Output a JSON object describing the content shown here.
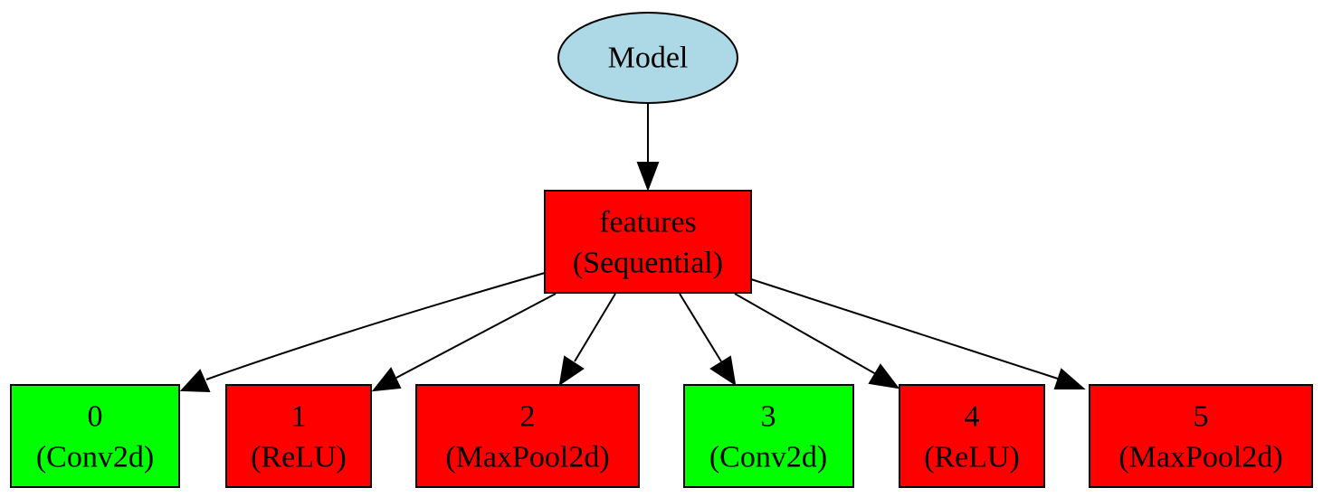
{
  "diagram": {
    "root": {
      "label": "Model",
      "fill": "#add8e6"
    },
    "container": {
      "name": "features",
      "type": "(Sequential)",
      "fill": "#ff0000"
    },
    "layers": [
      {
        "name": "0",
        "type": "(Conv2d)",
        "fill": "#00ff00"
      },
      {
        "name": "1",
        "type": "(ReLU)",
        "fill": "#ff0000"
      },
      {
        "name": "2",
        "type": "(MaxPool2d)",
        "fill": "#ff0000"
      },
      {
        "name": "3",
        "type": "(Conv2d)",
        "fill": "#00ff00"
      },
      {
        "name": "4",
        "type": "(ReLU)",
        "fill": "#ff0000"
      },
      {
        "name": "5",
        "type": "(MaxPool2d)",
        "fill": "#ff0000"
      }
    ]
  }
}
